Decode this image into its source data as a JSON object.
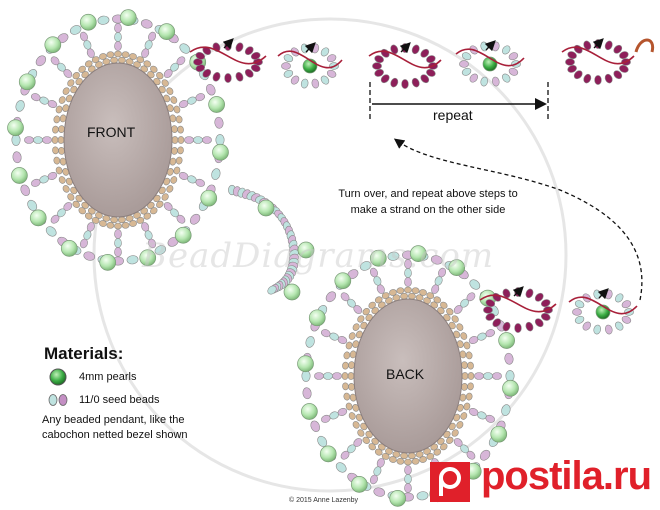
{
  "labels": {
    "front": "FRONT",
    "back": "BACK",
    "repeat": "repeat",
    "instruction": "Turn over, and repeat above steps to make a strand on the other side"
  },
  "materials": {
    "title": "Materials:",
    "pearls": "4mm pearls",
    "seed_beads": "11/0 seed beads",
    "note": "Any beaded pendant, like the cabochon netted bezel shown"
  },
  "watermark": "BeadDiagrams.com",
  "copyright": "© 2015 Anne Lazenby",
  "brand": "postila.ru",
  "colors": {
    "cabochon": "#b7aaa8",
    "bezel_bead": "#d7b894",
    "pearl": "#b5e6b0",
    "seed_pink": "#d7b6d8",
    "seed_aqua": "#bfe3e0",
    "strand_bead": "#8e1f5a",
    "thread": "#a8203a",
    "brand_red": "#e0202a"
  }
}
